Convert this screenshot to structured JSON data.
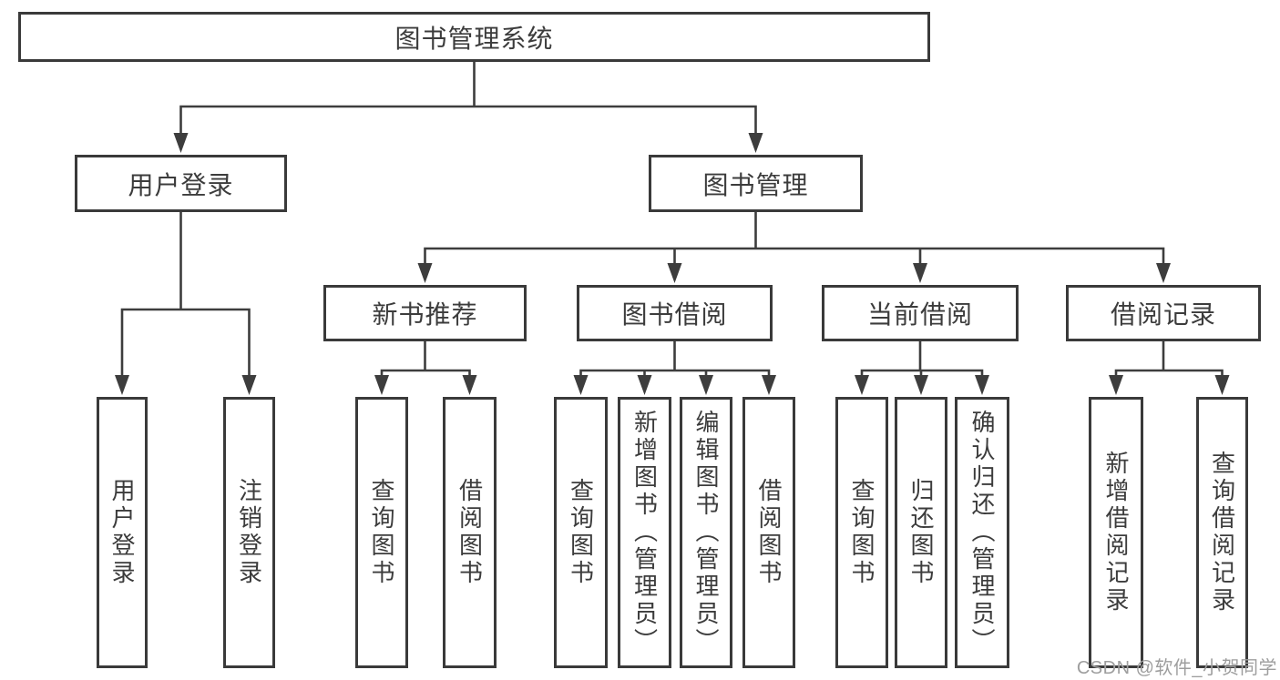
{
  "colors": {
    "line": "#3d3d3d",
    "box_border": "#3a3a3a",
    "box_fill": "#ffffff",
    "text": "#3c3c3c",
    "watermark": "#9e9e9e",
    "background": "#ffffff"
  },
  "root": {
    "label": "图书管理系统"
  },
  "level2": [
    {
      "label": "用户登录"
    },
    {
      "label": "图书管理"
    }
  ],
  "level3": [
    {
      "label": "新书推荐"
    },
    {
      "label": "图书借阅"
    },
    {
      "label": "当前借阅"
    },
    {
      "label": "借阅记录"
    }
  ],
  "leaves": {
    "user_login": [
      {
        "label": "用户登录"
      },
      {
        "label": "注销登录"
      }
    ],
    "new_book_recommend": [
      {
        "label": "查询图书"
      },
      {
        "label": "借阅图书"
      }
    ],
    "book_borrow": [
      {
        "label": "查询图书"
      },
      {
        "label": "新增图书（管理员）"
      },
      {
        "label": "编辑图书（管理员）"
      },
      {
        "label": "借阅图书"
      }
    ],
    "current_borrow": [
      {
        "label": "查询图书"
      },
      {
        "label": "归还图书"
      },
      {
        "label": "确认归还（管理员）"
      }
    ],
    "borrow_records": [
      {
        "label": "新增借阅记录"
      },
      {
        "label": "查询借阅记录"
      }
    ]
  },
  "watermark": "CSDN @软件_小贺同学"
}
